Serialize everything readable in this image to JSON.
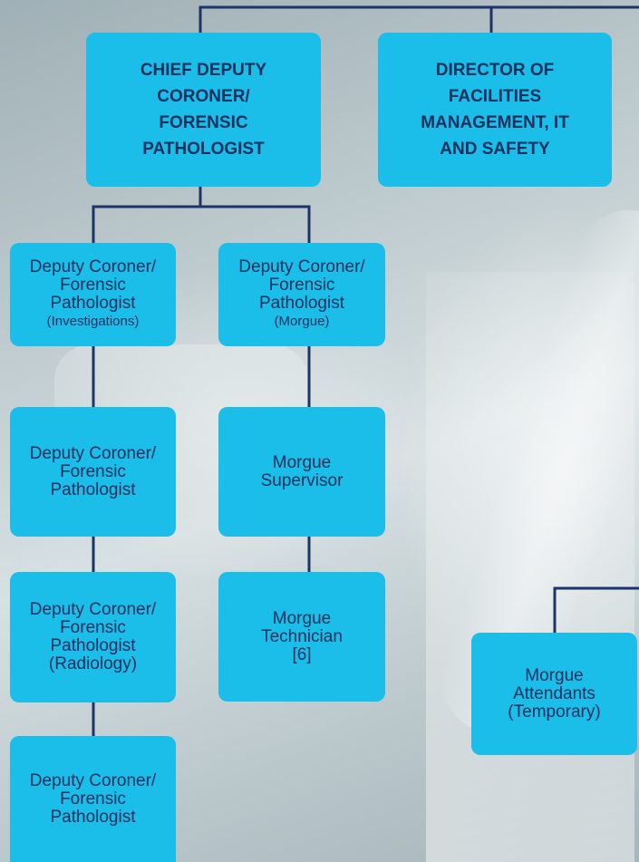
{
  "chart_title": "",
  "colors": {
    "box": "#1bbde9",
    "text": "#13315f",
    "line": "#1c3566"
  },
  "executives": {
    "chief_deputy": "CHIEF DEPUTY CORONER/ FORENSIC PATHOLOGIST",
    "director_facilities": "DIRECTOR OF FACILITIES MANAGEMENT, IT AND SAFETY"
  },
  "left_column": [
    {
      "title": "Deputy Coroner/ Forensic Pathologist",
      "note": "(Investigations)"
    },
    {
      "title": "Deputy Coroner/ Forensic Pathologist",
      "note": ""
    },
    {
      "title": "Deputy Coroner/ Forensic Pathologist",
      "note": "(Radiology)"
    },
    {
      "title": "Deputy Coroner/ Forensic Pathologist",
      "note": ""
    }
  ],
  "middle_column": [
    {
      "title": "Deputy Coroner/ Forensic Pathologist",
      "note": "(Morgue)"
    },
    {
      "title": "Morgue Supervisor",
      "note": ""
    },
    {
      "title": "Morgue Technician",
      "note": "[6]"
    }
  ],
  "right_box": {
    "title": "Morgue Attendants (Temporary)"
  }
}
